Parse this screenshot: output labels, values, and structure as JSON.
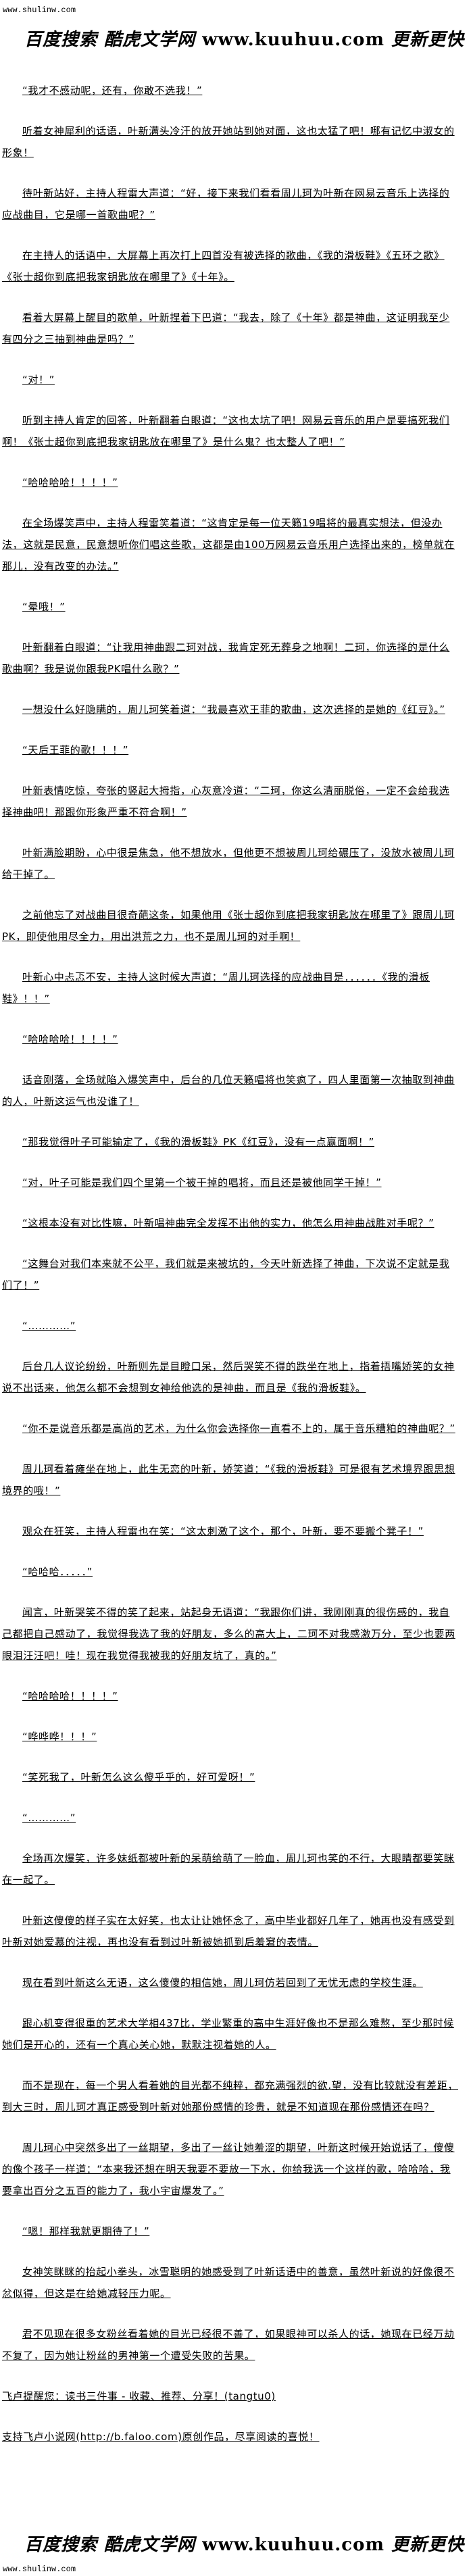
{
  "header": {
    "site_url": "www.shulinw.com",
    "logo_cn": "百度搜索 酷虎文学网",
    "logo_url": "www.kuuhuu.com",
    "logo_slogan": "更新更快"
  },
  "paragraphs": [
    "“我才不感动呢，还有，你敢不选我！”",
    "听着女神犀利的话语，叶新满头冷汗的放开她站到她对面，这也太猛了吧！哪有记忆中淑女的形象！",
    "待叶新站好，主持人程雷大声道：“好，接下来我们看看周儿珂为叶新在网易云音乐上选择的应战曲目，它是哪一首歌曲呢？”",
    "在主持人的话语中，大屏幕上再次打上四首没有被选择的歌曲，《我的滑板鞋》《五环之歌》《张士超你到底把我家钥匙放在哪里了》《十年》。",
    "看着大屏幕上醒目的歌单，叶新捏着下巴道：“我去，除了《十年》都是神曲，这证明我至少有四分之三抽到神曲是吗？”",
    "“对！”",
    "听到主持人肯定的回答，叶新翻着白眼道：“这也太坑了吧！网易云音乐的用户是要搞死我们啊！《张士超你到底把我家钥匙放在哪里了》是什么鬼？也太整人了吧！”",
    "“哈哈哈哈！！！！”",
    "在全场爆笑声中，主持人程雷笑着道：“这肯定是每一位天籁19唱将的最真实想法，但没办法，这就是民意，民意想听你们唱这些歌，这都是由100万网易云音乐用户选择出来的，榜单就在那儿，没有改变的办法。”",
    "“晕哦！”",
    "叶新翻着白眼道：“让我用神曲跟二珂对战，我肯定死无葬身之地啊！二珂，你选择的是什么歌曲啊？我是说你跟我PK唱什么歌？”",
    "一想没什么好隐瞒的，周儿珂笑着道：“我最喜欢王菲的歌曲，这次选择的是她的《红豆》。”",
    "“天后王菲的歌！！！”",
    "叶新表情吃惊，夸张的竖起大拇指，心灰意冷道：“二珂，你这么清丽脱俗，一定不会给我选择神曲吧！那跟你形象严重不符合啊！”",
    "叶新满脸期盼，心中很是焦急，他不想放水，但他更不想被周儿珂给碾压了，没放水被周儿珂给干掉了。",
    "之前他忘了对战曲目很奇葩这条，如果他用《张士超你到底把我家钥匙放在哪里了》跟周儿珂PK，即使他用尽全力，用出洪荒之力，也不是周儿珂的对手啊！",
    "叶新心中忐忑不安，主持人这时候大声道：“周儿珂选择的应战曲目是．．．．．．《我的滑板鞋》！！”",
    "“哈哈哈哈！！！！”",
    "话音刚落，全场就陷入爆笑声中，后台的几位天籁唱将也笑疯了，四人里面第一次抽取到神曲的人，叶新这运气也没谁了！",
    "“那我觉得叶子可能输定了，《我的滑板鞋》PK《红豆》，没有一点赢面啊！”",
    "“对，叶子可能是我们四个里第一个被干掉的唱将，而且还是被他同学干掉！”",
    "“这根本没有对比性嘛，叶新唱神曲完全发挥不出他的实力，他怎么用神曲战胜对手呢？”",
    "“这舞台对我们本来就不公平，我们就是来被坑的，今天叶新选择了神曲，下次说不定就是我们了！”",
    "“…………”",
    "后台几人议论纷纷，叶新则先是目瞪口呆，然后哭笑不得的跌坐在地上，指着捂嘴娇笑的女神说不出话来，他怎么都不会想到女神给他选的是神曲，而且是《我的滑板鞋》。",
    "“你不是说音乐都是高尚的艺术，为什么你会选择你一直看不上的，属于音乐糟粕的神曲呢？”",
    "周儿珂看着瘫坐在地上，此生无恋的叶新，娇笑道：“《我的滑板鞋》可是很有艺术境界跟思想境界的哦！”",
    "观众在狂笑，主持人程雷也在笑：“这太刺激了这个，那个，叶新，要不要搬个凳子！”",
    "“哈哈哈．．．．．”",
    "闻言，叶新哭笑不得的笑了起来，站起身无语道：“我跟你们讲，我刚刚真的很伤感的，我自己都把自己感动了，我觉得我选了我的好朋友，多么的高大上，二珂不对我感激万分，至少也要两眼泪汪汪吧！哇！现在我觉得我被我的好朋友坑了，真的。”",
    "“哈哈哈哈！！！！”",
    "“哗哗哗！！！”",
    "“笑死我了，叶新怎么这么傻乎乎的，好可爱呀！”",
    "“…………”",
    "全场再次爆笑，许多妹纸都被叶新的呆萌给萌了一脸血，周儿珂也笑的不行，大眼睛都要笑眯在一起了。",
    "叶新这傻傻的样子实在太好笑，也太让让她怀念了，高中毕业都好几年了，她再也没有感受到叶新对她爱慕的注视，再也没有看到过叶新被她抓到后羞窘的表情。",
    "现在看到叶新这么无语，这么傻傻的相信她，周儿珂仿若回到了无忧无虑的学校生涯。",
    "跟心机变得很重的艺术大学相437比，学业繁重的高中生涯好像也不是那么难熬，至少那时候她们是开心的，还有一个真心关心她，默默注视着她的人。",
    "而不是现在，每一个男人看着她的目光都不纯粹，都充满强烈的欲.望，没有比较就没有差距，到大三时，周儿珂才真正感受到叶新对她那份感情的珍贵，就是不知道现在那份感情还在吗？",
    "周儿珂心中突然多出了一丝期望，多出了一丝让她羞涩的期望，叶新这时候开始说话了，傻傻的像个孩子一样道：“本来我还想在明天我要不要放一下水，你给我选一个这样的歌，哈哈哈，我要拿出百分之五百的能力了，我小宇宙爆发了。”",
    "“嗯！那样我就更期待了！”",
    "女神笑眯眯的抬起小拳头，冰雪聪明的她感受到了叶新话语中的善意，虽然叶新说的好像很不忿似得，但这是在给她减轻压力呢。",
    "君不见现在很多女粉丝看着她的目光已经很不善了，如果眼神可以杀人的话，她现在已经万劫不复了，因为她让粉丝的男神第一个遭受失败的苦果。"
  ],
  "footer": {
    "reminder": "飞卢提醒您：读书三件事 - 收藏、推荐、分享！(tangtu0)",
    "support": "支持飞卢小说网(http://b.faloo.com)原创作品，尽享阅读的喜悦！"
  }
}
